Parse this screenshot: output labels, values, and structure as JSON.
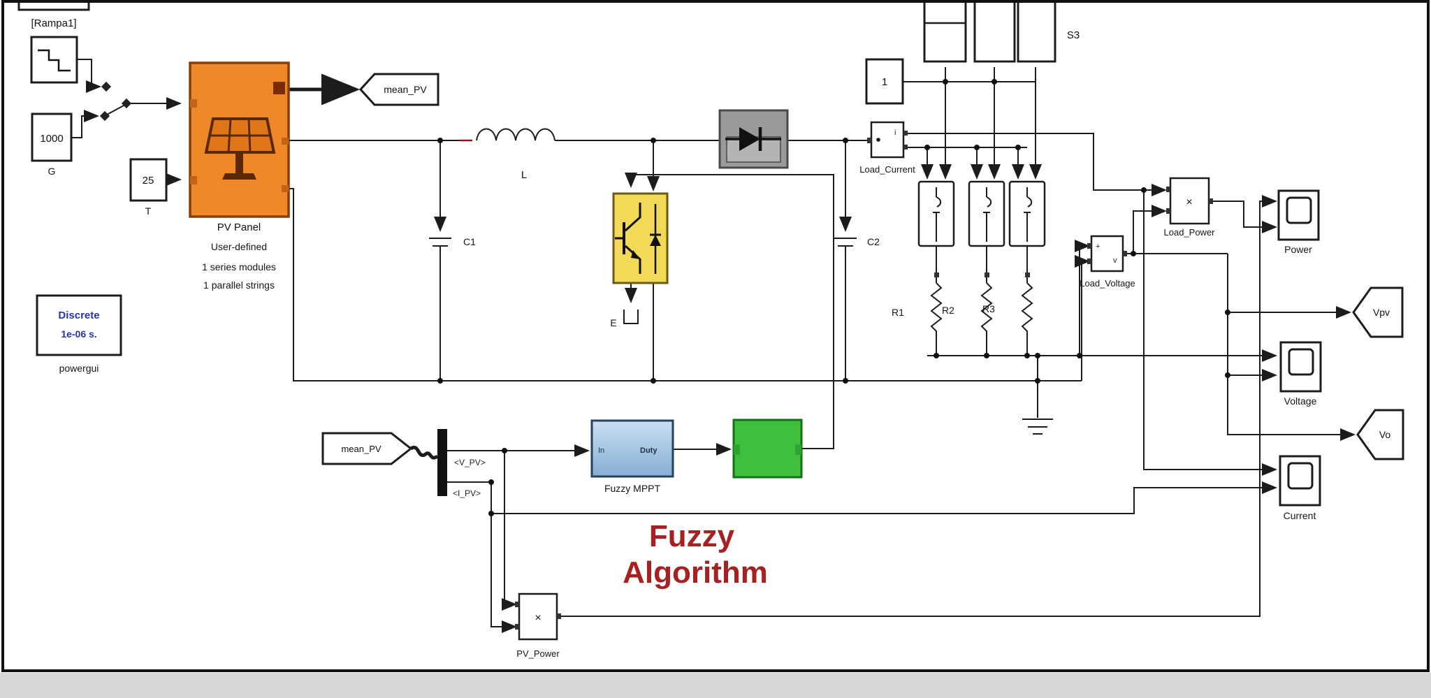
{
  "colors": {
    "pv_fill": "#EF8829",
    "pv_border": "#8C3D06",
    "pv_icon": "#5C2800",
    "igbt_fill": "#F2D957",
    "igbt_border": "#6B5A10",
    "diode_fill": "#9A9A9A",
    "diode_border": "#4A4A4A",
    "fuzzy_fill_top": "#C9E0F5",
    "fuzzy_fill_bottom": "#86AED1",
    "fuzzy_border": "#24415E",
    "pwm_fill": "#3FBF3F",
    "pwm_border": "#157015",
    "annotation_red": "#A62121",
    "powergui_blue": "#2633A8",
    "wire": "#1C1C1C",
    "background": "#FFFFFF",
    "bottom_strip": "#D8D8D8"
  },
  "annotations": {
    "ramp": "[Rampa1]",
    "steps_label": "S3",
    "fuzzy_line1": "Fuzzy",
    "fuzzy_line2": "Algorithm"
  },
  "blocks": {
    "irradiance": {
      "value": "1000",
      "label": "G"
    },
    "temperature": {
      "value": "25",
      "label": "T"
    },
    "pv": {
      "name": "PV Panel",
      "line2": "User-defined",
      "line3": "1 series modules",
      "line4": "1 parallel strings"
    },
    "goto_mean_pv": {
      "label": "mean_PV"
    },
    "from_mean_pv": {
      "label": "mean_PV"
    },
    "inductor": {
      "label": "L"
    },
    "c1": {
      "label": "C1"
    },
    "c2": {
      "label": "C2"
    },
    "igbt": {
      "emitter_label": "E"
    },
    "powergui": {
      "line1": "Discrete",
      "line2": "1e-06 s.",
      "label": "powergui"
    },
    "breaker_const": {
      "value": "1"
    },
    "r1": {
      "label": "R1"
    },
    "r2": {
      "label": "R2"
    },
    "r3": {
      "label": "R3"
    },
    "load_current": {
      "label": "Load_Current",
      "port": "i"
    },
    "load_voltage": {
      "label": "Load_Voltage",
      "plus": "+",
      "v": "v"
    },
    "load_power": {
      "label": "Load_Power",
      "op": "×"
    },
    "pv_power": {
      "label": "PV_Power",
      "op": "×"
    },
    "bus": {
      "out1": "<V_PV>",
      "out2": "<I_PV>"
    },
    "fuzzy": {
      "label": "Fuzzy MPPT",
      "in": "In",
      "out": "Duty"
    },
    "scope_power": {
      "label": "Power"
    },
    "scope_voltage": {
      "label": "Voltage"
    },
    "scope_current": {
      "label": "Current"
    },
    "vpv_tag": {
      "label": "Vpv"
    },
    "vo_tag": {
      "label": "Vo"
    }
  }
}
